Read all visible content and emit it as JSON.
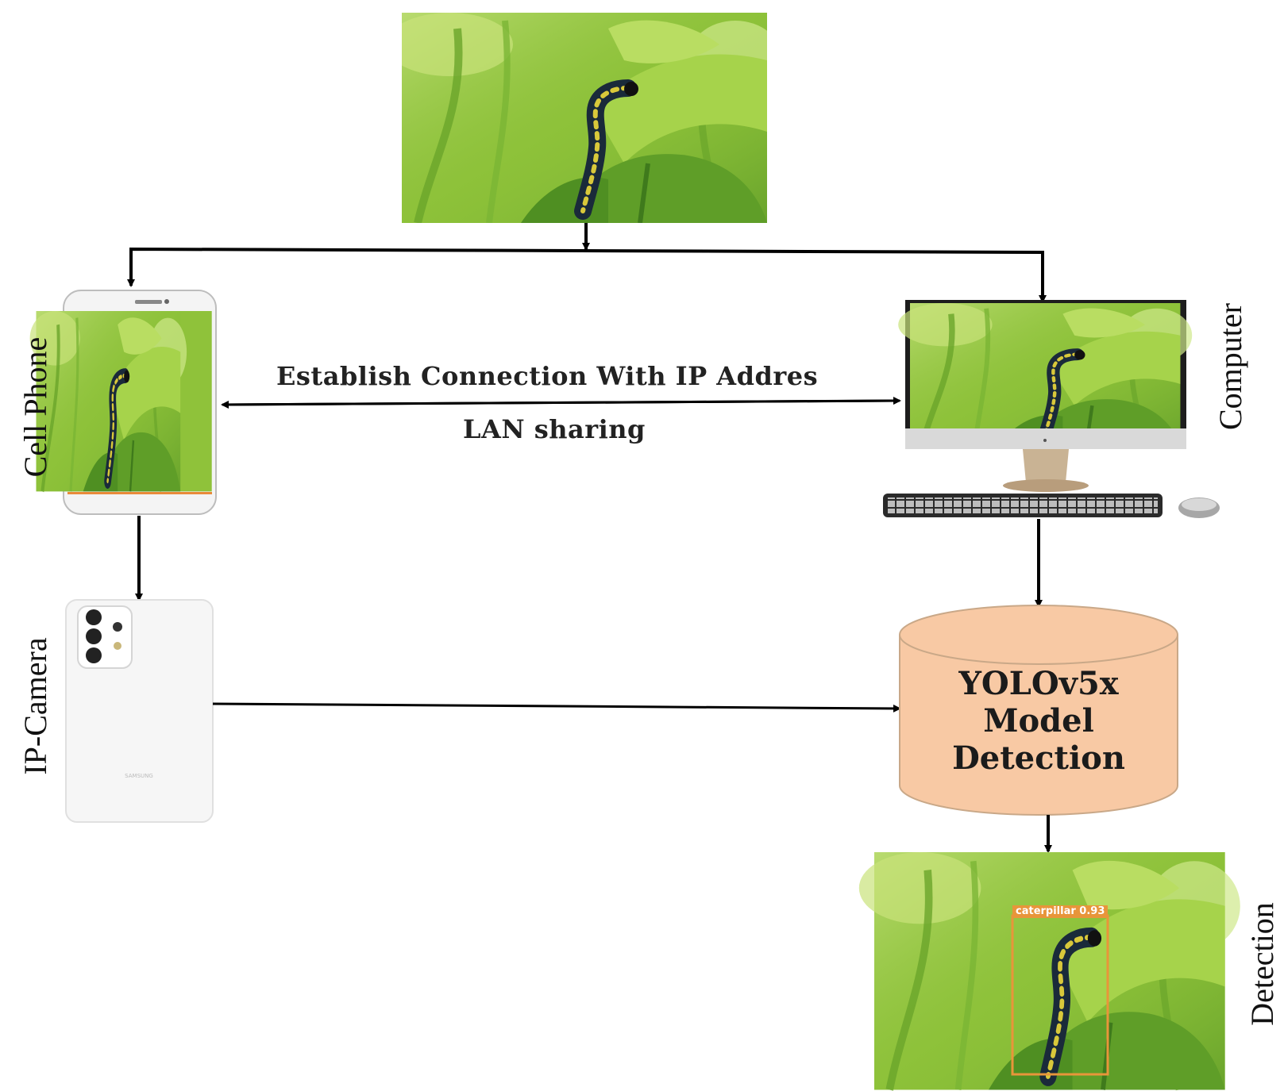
{
  "labels": {
    "cell_phone": "Cell Phone",
    "computer": "Computer",
    "ip_camera": "IP-Camera",
    "detection": "Detection",
    "connection_top": "Establish Connection With IP Addres",
    "connection_bottom": "LAN sharing"
  },
  "model": {
    "line1": "YOLOv5x",
    "line2": "Model",
    "line3": "Detection"
  },
  "detection_tag": "caterpillar 0.93",
  "phone_brand": "SAMSUNG",
  "colors": {
    "cylinder_fill": "#f8c9a4",
    "cylinder_stroke": "#c9a888",
    "bbox": "#e8953a",
    "arrow": "#000000"
  }
}
